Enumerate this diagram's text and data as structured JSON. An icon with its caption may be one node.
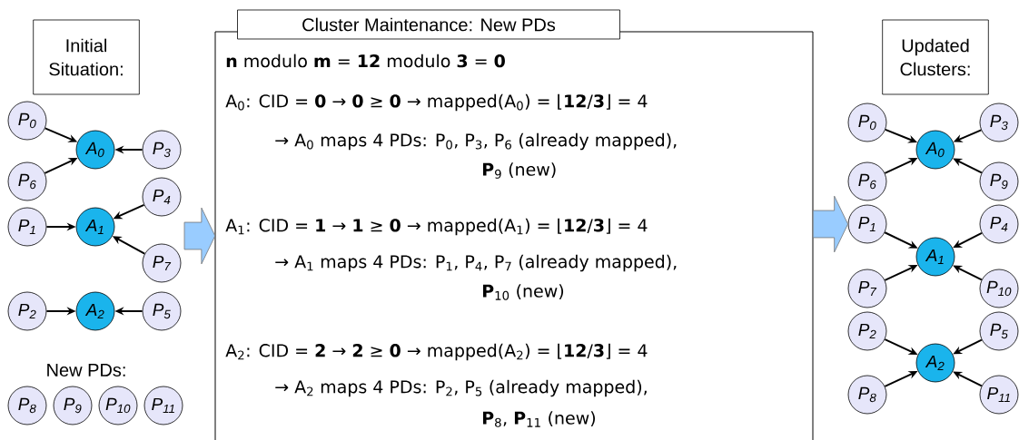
{
  "diagram": {
    "nodes": [
      {
        "text": [
          "Initial Situation:"
        ]
      },
      {
        "text": [
          "P$_{0}$"
        ]
      },
      {
        "text": [
          "A$_{0}$"
        ]
      },
      {
        "text": [
          "P$_{3}$"
        ]
      },
      {
        "text": [
          "P$_{6}$"
        ]
      },
      {
        "text": [
          "P$_{4}$"
        ]
      },
      {
        "text": [
          "P$_{1}$"
        ]
      },
      {
        "text": [
          "A$_{1}$"
        ]
      },
      {
        "text": [
          "P$_{7}$"
        ]
      },
      {
        "text": [
          "P$_{2}$"
        ]
      },
      {
        "text": [
          "A$_{2}$"
        ]
      },
      {
        "text": [
          "P$_{5}$"
        ]
      },
      {
        "text": [
          "P$_{8}$"
        ]
      },
      {
        "text": [
          "P$_{9}$"
        ]
      },
      {
        "text": [
          "P$_{10}$"
        ]
      },
      {
        "text": [
          "P$_{11}$"
        ]
      },
      {
        "text": [
          "Cluster Maintenance: New PDs",
          "**n** modulo **m** = **12** modulo **3** = **0**",
          "A$_{0}$: CID = **0** → **0** ≥ **0** → mapped(A$_{0}$) = ⌊**12**/**3**⌋ = 4",
          "→ A$_{0}$ maps 4 PDs: P$_{0}$, P$_{3}$, P$_{6}$ (already mapped),",
          "**P**$_{9}$ (new)",
          "A$_{1}$: CID = **1** → **1** ≥ **0** → mapped(A$_{1}$) = ⌊**12**/**3**⌋ = 4",
          "→ A$_{1}$ maps 4 PDs: P$_{1}$, P$_{4}$, P$_{7}$ (already mapped),",
          "**P**$_{10}$ (new)",
          "A$_{2}$: CID = **2** → **2** ≥ **0** → mapped(A$_{2}$) = ⌊**12**/**3**⌋ = 4",
          "→ A$_{2}$ maps 4 PDs: P$_{2}$, P$_{5}$ (already mapped),",
          "**P**$_{8}$, **P**$_{11}$ (new)"
        ]
      },
      {
        "text": [
          "Updated Clusters:"
        ]
      },
      {
        "text": [
          "P$_{0}$"
        ]
      },
      {
        "text": [
          "P$_{3}$"
        ]
      },
      {
        "text": [
          "A$_{0}$"
        ]
      },
      {
        "text": [
          "P$_{6}$"
        ]
      },
      {
        "text": [
          "P$_{9}$"
        ]
      },
      {
        "text": [
          "P$_{1}$"
        ]
      },
      {
        "text": [
          "P$_{4}$"
        ]
      },
      {
        "text": [
          "A$_{1}$"
        ]
      },
      {
        "text": [
          "P$_{7}$"
        ]
      },
      {
        "text": [
          "P$_{10}$"
        ]
      },
      {
        "text": [
          "P$_{2}$"
        ]
      },
      {
        "text": [
          "P$_{5}$"
        ]
      },
      {
        "text": [
          "A$_{2}$"
        ]
      },
      {
        "text": [
          "P$_{8}$"
        ]
      },
      {
        "text": [
          "P$_{11}$"
        ]
      }
    ],
    "edges": [
      {
        "from": 1,
        "to": 2,
        "arrow": "to"
      },
      {
        "from": 4,
        "to": 2,
        "arrow": "to"
      },
      {
        "from": 3,
        "to": 2,
        "arrow": "to"
      },
      {
        "from": 6,
        "to": 7,
        "arrow": "to"
      },
      {
        "from": 5,
        "to": 7,
        "arrow": "to"
      },
      {
        "from": 8,
        "to": 7,
        "arrow": "to"
      },
      {
        "from": 9,
        "to": 10,
        "arrow": "to"
      },
      {
        "from": 11,
        "to": 10,
        "arrow": "to"
      },
      {
        "from": 18,
        "to": 20,
        "arrow": "to"
      },
      {
        "from": 19,
        "to": 20,
        "arrow": "to"
      },
      {
        "from": 21,
        "to": 20,
        "arrow": "to"
      },
      {
        "from": 22,
        "to": 20,
        "arrow": "to"
      },
      {
        "from": 23,
        "to": 25,
        "arrow": "to"
      },
      {
        "from": 24,
        "to": 25,
        "arrow": "to"
      },
      {
        "from": 26,
        "to": 25,
        "arrow": "to"
      },
      {
        "from": 27,
        "to": 25,
        "arrow": "to"
      },
      {
        "from": 28,
        "to": 30,
        "arrow": "to"
      },
      {
        "from": 29,
        "to": 30,
        "arrow": "to"
      },
      {
        "from": 31,
        "to": 30,
        "arrow": "to"
      },
      {
        "from": 32,
        "to": 30,
        "arrow": "to"
      },
      {
        "from": null,
        "to": 16,
        "arrow": "to",
        "style": "thick",
        "color": "#99ccff"
      },
      {
        "from": 16,
        "to": 23,
        "arrow": "to",
        "style": "thick",
        "color": "#99ccff"
      }
    ],
    "labels": [
      "New PDs:"
    ]
  }
}
